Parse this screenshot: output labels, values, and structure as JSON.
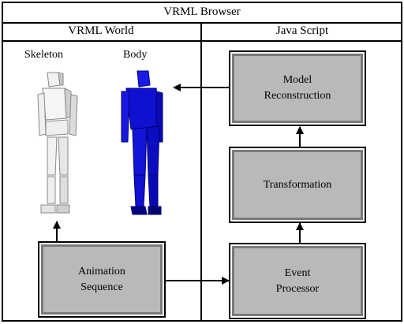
{
  "window": {
    "title": "VRML Browser"
  },
  "panels": {
    "left": {
      "title": "VRML World"
    },
    "right": {
      "title": "Java Script"
    }
  },
  "figures": {
    "skeleton_label": "Skeleton",
    "body_label": "Body"
  },
  "boxes": {
    "animation": {
      "line1": "Animation",
      "line2": "Sequence"
    },
    "model": {
      "line1": "Model",
      "line2": "Reconstruction"
    },
    "transformation": {
      "line1": "Transformation"
    },
    "event": {
      "line1": "Event",
      "line2": "Processor"
    }
  },
  "colors": {
    "body": "#1010d0",
    "skeleton": "#e6e6e6",
    "box_fill": "#b9b9b9"
  }
}
